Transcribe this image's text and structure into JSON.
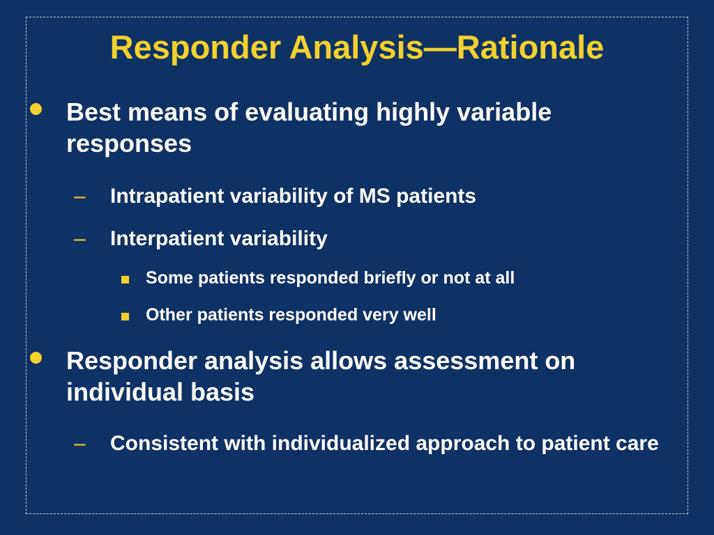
{
  "slide": {
    "title": "Responder Analysis—Rationale",
    "accent_color": "#f2d12f",
    "background_color": "#0e3263",
    "text_color": "#ffffff",
    "bullets": [
      {
        "text": "Best means of evaluating highly variable responses",
        "sub": [
          {
            "text": "Intrapatient variability of MS patients",
            "sub": []
          },
          {
            "text": "Interpatient variability",
            "sub": [
              {
                "text": "Some patients responded briefly or not at all"
              },
              {
                "text": "Other patients responded very well"
              }
            ]
          }
        ]
      },
      {
        "text": "Responder analysis allows assessment on individual basis",
        "sub": [
          {
            "text": "Consistent with individualized approach to patient care",
            "sub": []
          }
        ]
      }
    ],
    "dash_glyph": "–"
  }
}
